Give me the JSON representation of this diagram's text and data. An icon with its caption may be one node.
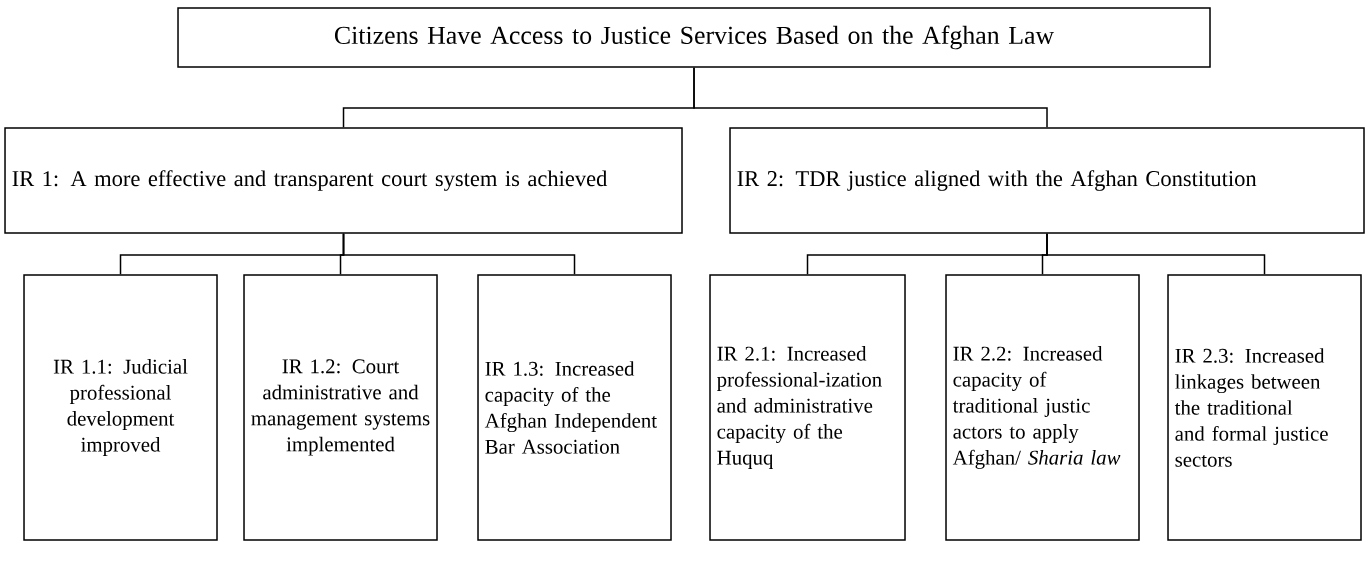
{
  "diagram": {
    "nodes": [
      {
        "text": [
          "Citizens Have Access to Justice Services Based on the Afghan Law"
        ]
      },
      {
        "text": [
          "IR 1: A more effective and transparent court system is achieved"
        ]
      },
      {
        "text": [
          "IR 2: TDR justice aligned with the Afghan Constitution"
        ]
      },
      {
        "text": [
          "IR 1.1: Judicial professional development improved"
        ]
      },
      {
        "text": [
          "IR 1.2: Court administrative and management systems implemented"
        ]
      },
      {
        "text": [
          "IR 1.3: Increased capacity of the Afghan Independent Bar Association"
        ]
      },
      {
        "text": [
          "IR 2.1: Increased professional-ization and administrative capacity of the Huquq"
        ]
      },
      {
        "text": [
          "IR 2.2: Increased capacity of traditional justic actors to apply Afghan/ *Sharia law*"
        ]
      },
      {
        "text": [
          "IR 2.3: Increased linkages between the traditional and formal justice sectors"
        ]
      }
    ],
    "edges": [
      {
        "from": 0,
        "to": 1,
        "arrow": "none"
      },
      {
        "from": 0,
        "to": 2,
        "arrow": "none"
      },
      {
        "from": 1,
        "to": 3,
        "arrow": "none"
      },
      {
        "from": 1,
        "to": 4,
        "arrow": "none"
      },
      {
        "from": 1,
        "to": 5,
        "arrow": "none"
      },
      {
        "from": 2,
        "to": 6,
        "arrow": "none"
      },
      {
        "from": 2,
        "to": 7,
        "arrow": "none"
      },
      {
        "from": 2,
        "to": 8,
        "arrow": "none"
      }
    ]
  }
}
